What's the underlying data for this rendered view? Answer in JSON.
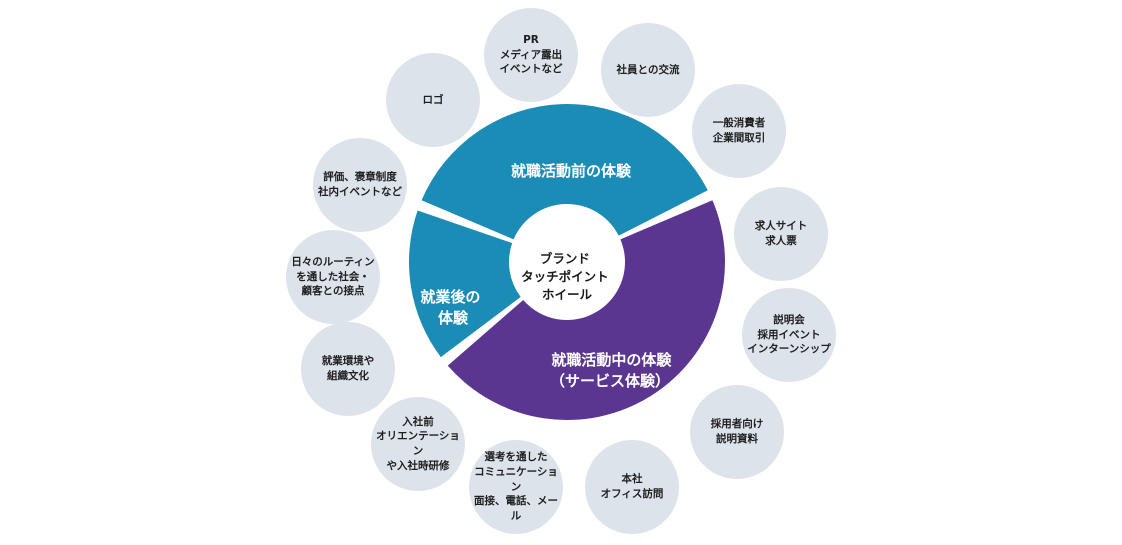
{
  "colors": {
    "segment_before": "#1b8cb6",
    "segment_during": "#5a3690",
    "segment_after": "#1b8cb6",
    "bubble_fill": "#dde3ea",
    "center_fill": "#ffffff"
  },
  "center": {
    "lines": [
      "ブランド",
      "タッチポイント",
      "ホイール"
    ]
  },
  "segments": {
    "before": {
      "lines": [
        "就職活動前の体験"
      ]
    },
    "during": {
      "lines": [
        "就職活動中の体験",
        "（サービス体験）"
      ]
    },
    "after": {
      "lines": [
        "就業後の",
        "体験"
      ]
    }
  },
  "bubbles": [
    {
      "id": "pr-media",
      "text": "PR\nメディア露出\nイベントなど"
    },
    {
      "id": "employee-exchange",
      "text": "社員との交流"
    },
    {
      "id": "consumer-b2b",
      "text": "一般消費者\n企業間取引"
    },
    {
      "id": "job-site",
      "text": "求人サイト\n求人票"
    },
    {
      "id": "briefing",
      "text": "説明会\n採用イベント\nインターンシップ"
    },
    {
      "id": "recruit-materials",
      "text": "採用者向け\n説明資料"
    },
    {
      "id": "office-visit",
      "text": "本社\nオフィス訪問"
    },
    {
      "id": "selection-communication",
      "text": "選考を通した\nコミュニケーション\n面接、電話、メール"
    },
    {
      "id": "pre-joining",
      "text": "入社前\nオリエンテーション\nや入社時研修"
    },
    {
      "id": "work-environment",
      "text": "就業環境や\n組織文化"
    },
    {
      "id": "daily-routine",
      "text": "日々のルーティン\nを通した社会・\n顧客との接点"
    },
    {
      "id": "evaluation",
      "text": "評価、褒章制度\n社内イベントなど"
    },
    {
      "id": "logo",
      "text": "ロゴ"
    }
  ]
}
